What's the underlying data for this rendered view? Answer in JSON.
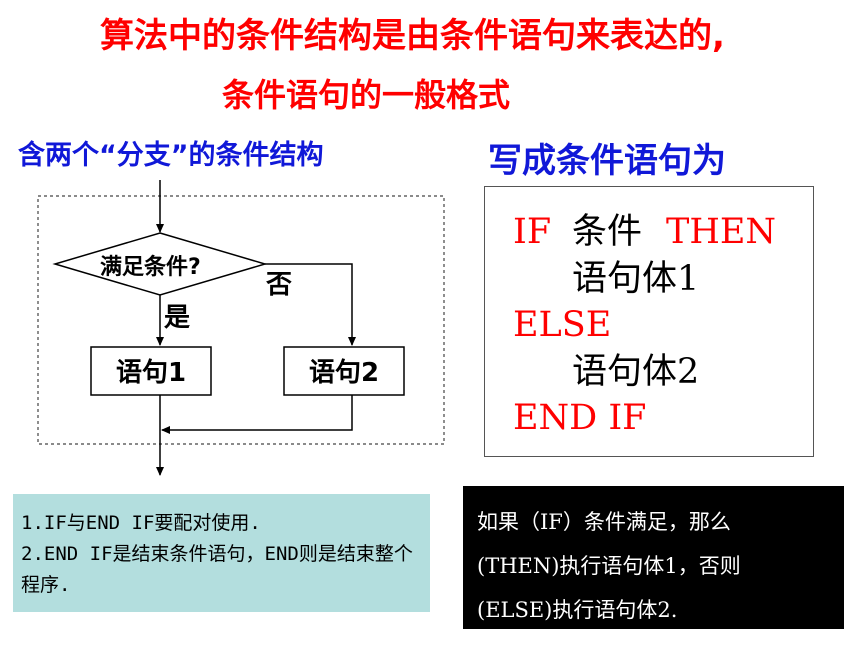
{
  "titles": {
    "line1": "算法中的条件结构是由条件语句来表达的,",
    "line2": "条件语句的一般格式"
  },
  "left_heading": "含两个“分支”的条件结构",
  "right_heading": "写成条件语句为",
  "flowchart": {
    "condition": "满足条件?",
    "no_label": "否",
    "yes_label": "是",
    "statement1": "语句1",
    "statement2": "语句2"
  },
  "code": {
    "if_kw": "IF",
    "condition": "条件",
    "then_kw": "THEN",
    "body1": "语句体1",
    "else_kw": "ELSE",
    "body2": "语句体2",
    "endif_kw": "END IF"
  },
  "notes": {
    "line1": "1.IF与END IF要配对使用.",
    "line2": "2.END IF是结束条件语句，END则是结束整个程序."
  },
  "explanation": {
    "line1": "如果（IF）条件满足，那么",
    "line2": "(THEN)执行语句体1，否则",
    "line3": "(ELSE)执行语句体2."
  }
}
